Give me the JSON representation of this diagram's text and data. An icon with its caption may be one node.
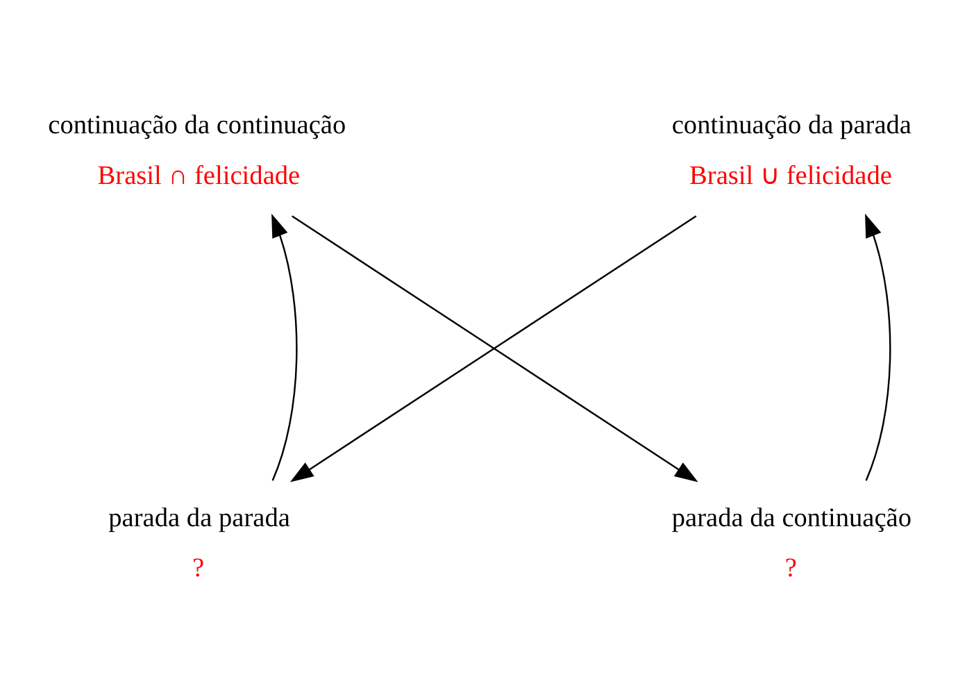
{
  "diagram": {
    "nodes": [
      {
        "text": [
          "continuação da continuação",
          "Brasil ∩ felicidade"
        ]
      },
      {
        "text": [
          "continuação da parada",
          "Brasil ∪ felicidade"
        ]
      },
      {
        "text": [
          "parada da parada",
          "?"
        ]
      },
      {
        "text": [
          "parada da continuação",
          "?"
        ]
      }
    ],
    "edges": [
      {
        "from": 2,
        "to": 0,
        "arrow": "to"
      },
      {
        "from": 0,
        "to": 3,
        "arrow": "to"
      },
      {
        "from": 1,
        "to": 2,
        "arrow": "to"
      },
      {
        "from": 3,
        "to": 1,
        "arrow": "to"
      }
    ]
  }
}
